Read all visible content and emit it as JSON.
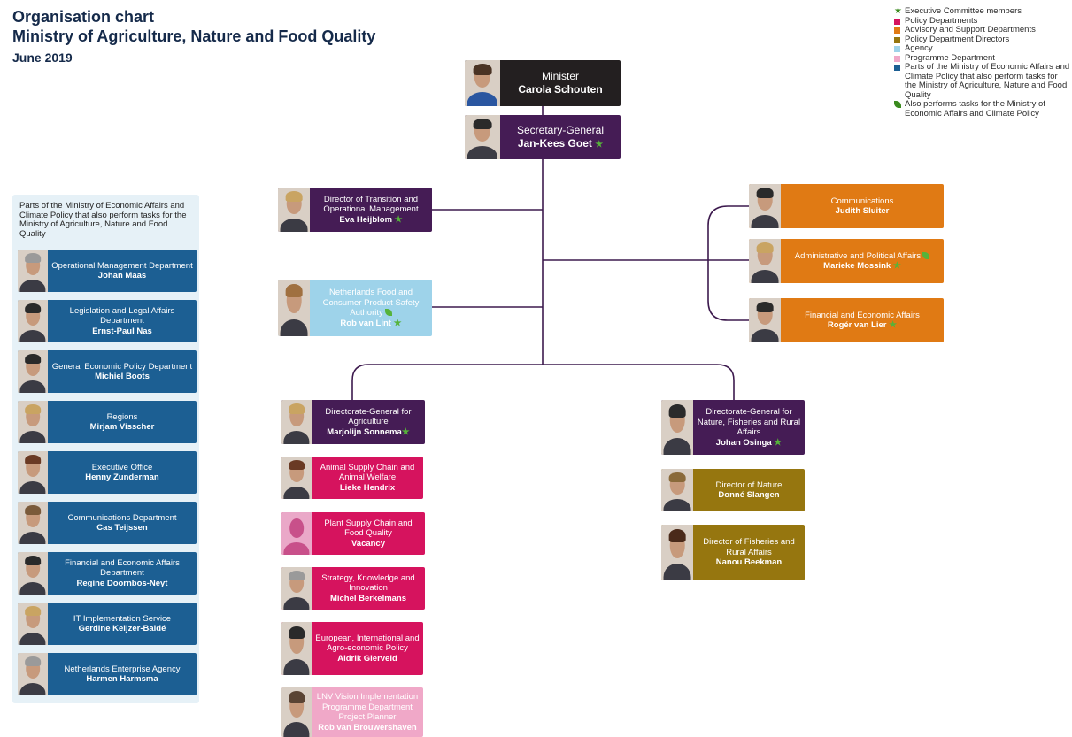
{
  "header": {
    "title_line1": "Organisation chart",
    "title_line2": "Ministry of Agriculture, Nature and Food Quality",
    "date": "June 2019"
  },
  "legend": {
    "items": [
      {
        "kind": "star",
        "label": "Executive Committee members",
        "color": "#3a8a1e"
      },
      {
        "kind": "square",
        "label": "Policy Departments",
        "color": "#d6135e"
      },
      {
        "kind": "square",
        "label": "Advisory and Support Departments",
        "color": "#e07a14"
      },
      {
        "kind": "square",
        "label": "Policy Department Directors",
        "color": "#96760f"
      },
      {
        "kind": "square",
        "label": "Agency",
        "color": "#9ed3ea"
      },
      {
        "kind": "square",
        "label": "Programme Department",
        "color": "#f0a8c8"
      },
      {
        "kind": "square",
        "label": "Parts of the Ministry of Economic Affairs and Climate Policy that also perform tasks for the Ministry of Agriculture, Nature and Food Quality",
        "color": "#1c5f93"
      },
      {
        "kind": "leaf",
        "label": "Also performs tasks for the Ministry of Economic Affairs and Climate Policy",
        "color": "#3a8a1e"
      }
    ]
  },
  "colors": {
    "minister": "#231f20",
    "policy_purple": "#451c55",
    "policy_departments": "#d6135e",
    "advisory": "#e07a14",
    "directors": "#96760f",
    "agency": "#9ed3ea",
    "programme": "#f0a8c8",
    "ez_parts": "#1c5f93",
    "connector": "#3d1a4e"
  },
  "minister": {
    "role": "Minister",
    "name": "Carola Schouten"
  },
  "secretary_general": {
    "role": "Secretary-General",
    "name": "Jan-Kees Goet"
  },
  "transition": {
    "role": "Director of Transition and Operational Management",
    "name": "Eva Heijblom"
  },
  "nvwa": {
    "role": "Netherlands Food and Consumer Product Safety Authority",
    "name": "Rob van Lint"
  },
  "advisory": [
    {
      "role": "Communications",
      "name": "Judith Sluiter"
    },
    {
      "role": "Administrative and Political Affairs",
      "name": "Marieke Mossink"
    },
    {
      "role": "Financial and Economic Affairs",
      "name": "Rogér van Lier"
    }
  ],
  "dg_agriculture": {
    "role": "Directorate-General for Agriculture",
    "name": "Marjolijn Sonnema"
  },
  "agri_departments": [
    {
      "role": "Animal Supply Chain and Animal Welfare",
      "name": "Lieke Hendrix"
    },
    {
      "role": "Plant Supply Chain and Food Quality",
      "name": "Vacancy"
    },
    {
      "role": "Strategy, Knowledge and Innovation",
      "name": "Michel Berkelmans"
    },
    {
      "role": "European, International and Agro-economic Policy",
      "name": "Aldrik Gierveld"
    }
  ],
  "programme": {
    "role": "LNV Vision Implementation Programme Department Project Planner",
    "name": "Rob van Brouwershaven"
  },
  "dg_nature": {
    "role": "Directorate-General for Nature, Fisheries and Rural Affairs",
    "name": "Johan Osinga"
  },
  "nature_directors": [
    {
      "role": "Director of Nature",
      "name": "Donné Slangen"
    },
    {
      "role": "Director of Fisheries and Rural Affairs",
      "name": "Nanou Beekman"
    }
  ],
  "ez_panel": {
    "title": "Parts of the Ministry of Economic Affairs and Climate Policy that also perform tasks for the Ministry of Agriculture, Nature and Food Quality",
    "items": [
      {
        "role": "Operational Management Department",
        "name": "Johan Maas"
      },
      {
        "role": "Legislation and Legal Affairs Department",
        "name": "Ernst-Paul Nas"
      },
      {
        "role": "General Economic Policy Department",
        "name": "Michiel Boots"
      },
      {
        "role": "Regions",
        "name": "Mirjam Visscher"
      },
      {
        "role": "Executive Office",
        "name": "Henny Zunderman"
      },
      {
        "role": "Communications Department",
        "name": "Cas Teijssen"
      },
      {
        "role": "Financial and Economic Affairs Department",
        "name": "Regine Doornbos-Neyt"
      },
      {
        "role": "IT Implementation Service",
        "name": "Gerdine Keijzer-Baldé"
      },
      {
        "role": "Netherlands Enterprise Agency",
        "name": "Harmen Harmsma"
      }
    ]
  }
}
